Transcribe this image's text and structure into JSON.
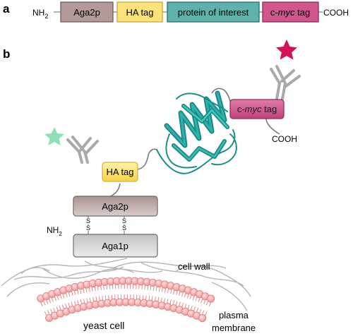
{
  "panel_a": {
    "label": "a",
    "n_terminus": "NH",
    "n_terminus_sub": "2",
    "c_terminus": "COOH",
    "segments": [
      {
        "text": "Aga2p",
        "fill": "#b39a98",
        "stroke": "#6f5f5e"
      },
      {
        "text": "HA tag",
        "fill": "#fbe27a",
        "stroke": "#c9a93b"
      },
      {
        "text": "protein of interest",
        "fill": "#5fb2ac",
        "stroke": "#2c6f6a"
      },
      {
        "text_prefix": "c-",
        "text_italic": "myc",
        "text_suffix": " tag",
        "fill": "#d1568c",
        "stroke": "#8e2a58"
      }
    ]
  },
  "panel_b": {
    "label": "b",
    "ha_tag": "HA tag",
    "aga2p": "Aga2p",
    "aga1p": "Aga1p",
    "nh2": "NH",
    "nh2_sub": "2",
    "ss": "S",
    "myc_prefix": "c-",
    "myc_italic": "myc",
    "myc_suffix": " tag",
    "cooh": "COOH",
    "cell_wall": "cell wall",
    "plasma": "plasma",
    "membrane": "membrane",
    "yeast_cell": "yeast cell"
  },
  "colors": {
    "aga": "#b5a7a5",
    "aga_stroke": "#6b6b6b",
    "ha": "#fbe27a",
    "myc": "#d1568c",
    "protein": "#1c8f8a",
    "star_green": "#8fe0b4",
    "star_red": "#d3125a",
    "lipid_head": "#f5a9a9"
  }
}
